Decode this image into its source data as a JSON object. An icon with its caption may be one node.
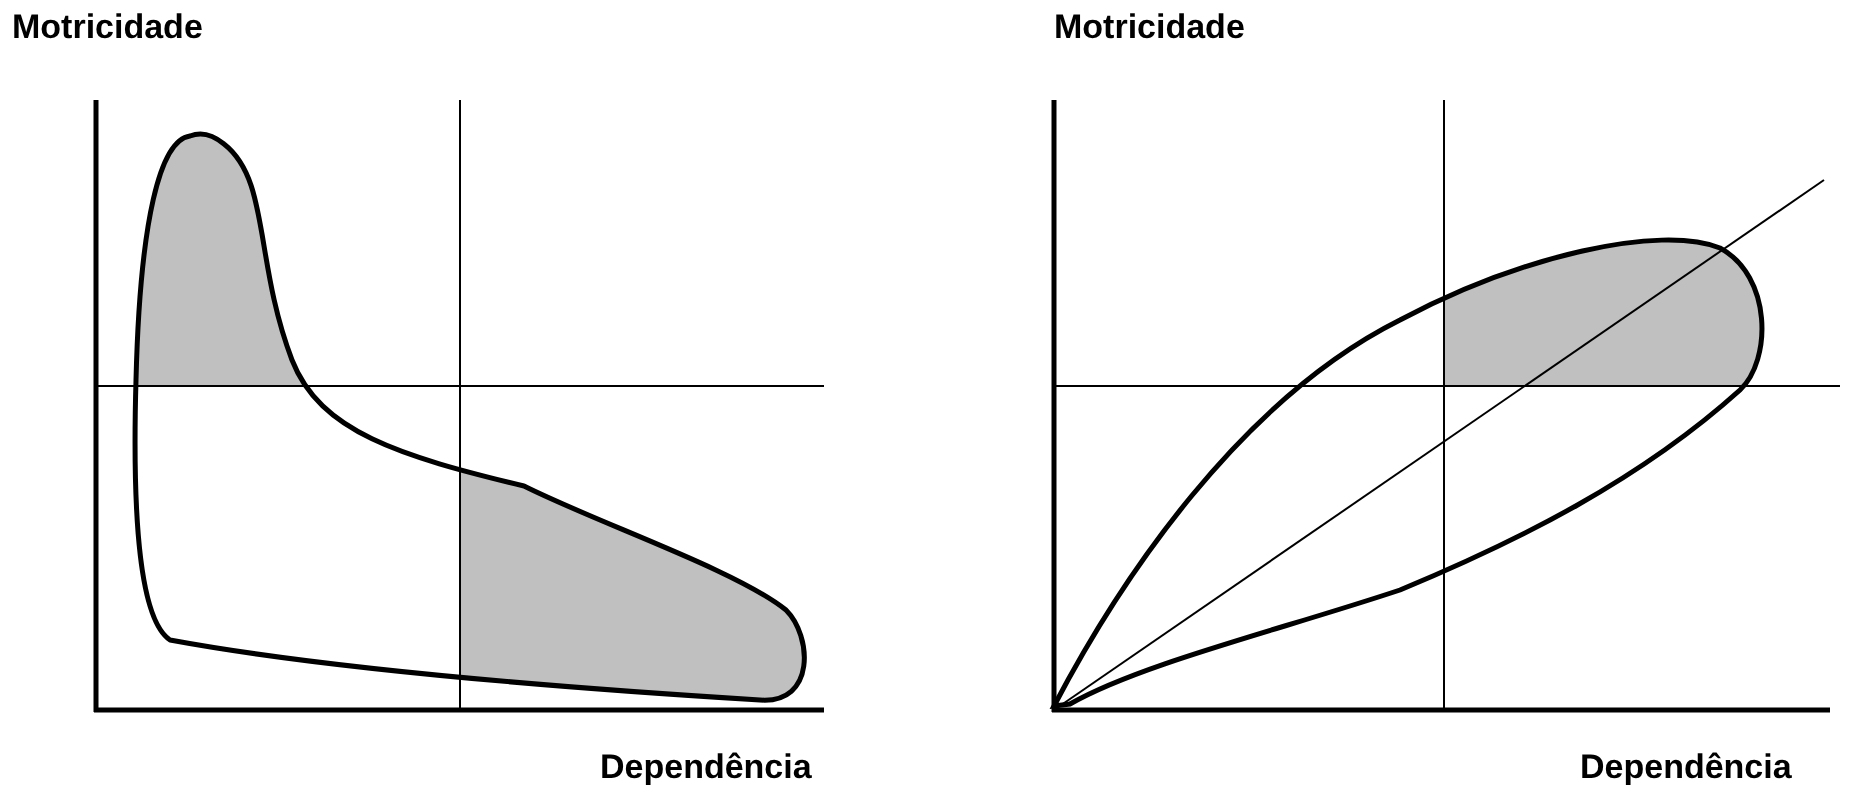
{
  "diagram": {
    "labels": [
      "Motricidade",
      "Motricidade",
      "Dependência",
      "Dependência"
    ]
  }
}
